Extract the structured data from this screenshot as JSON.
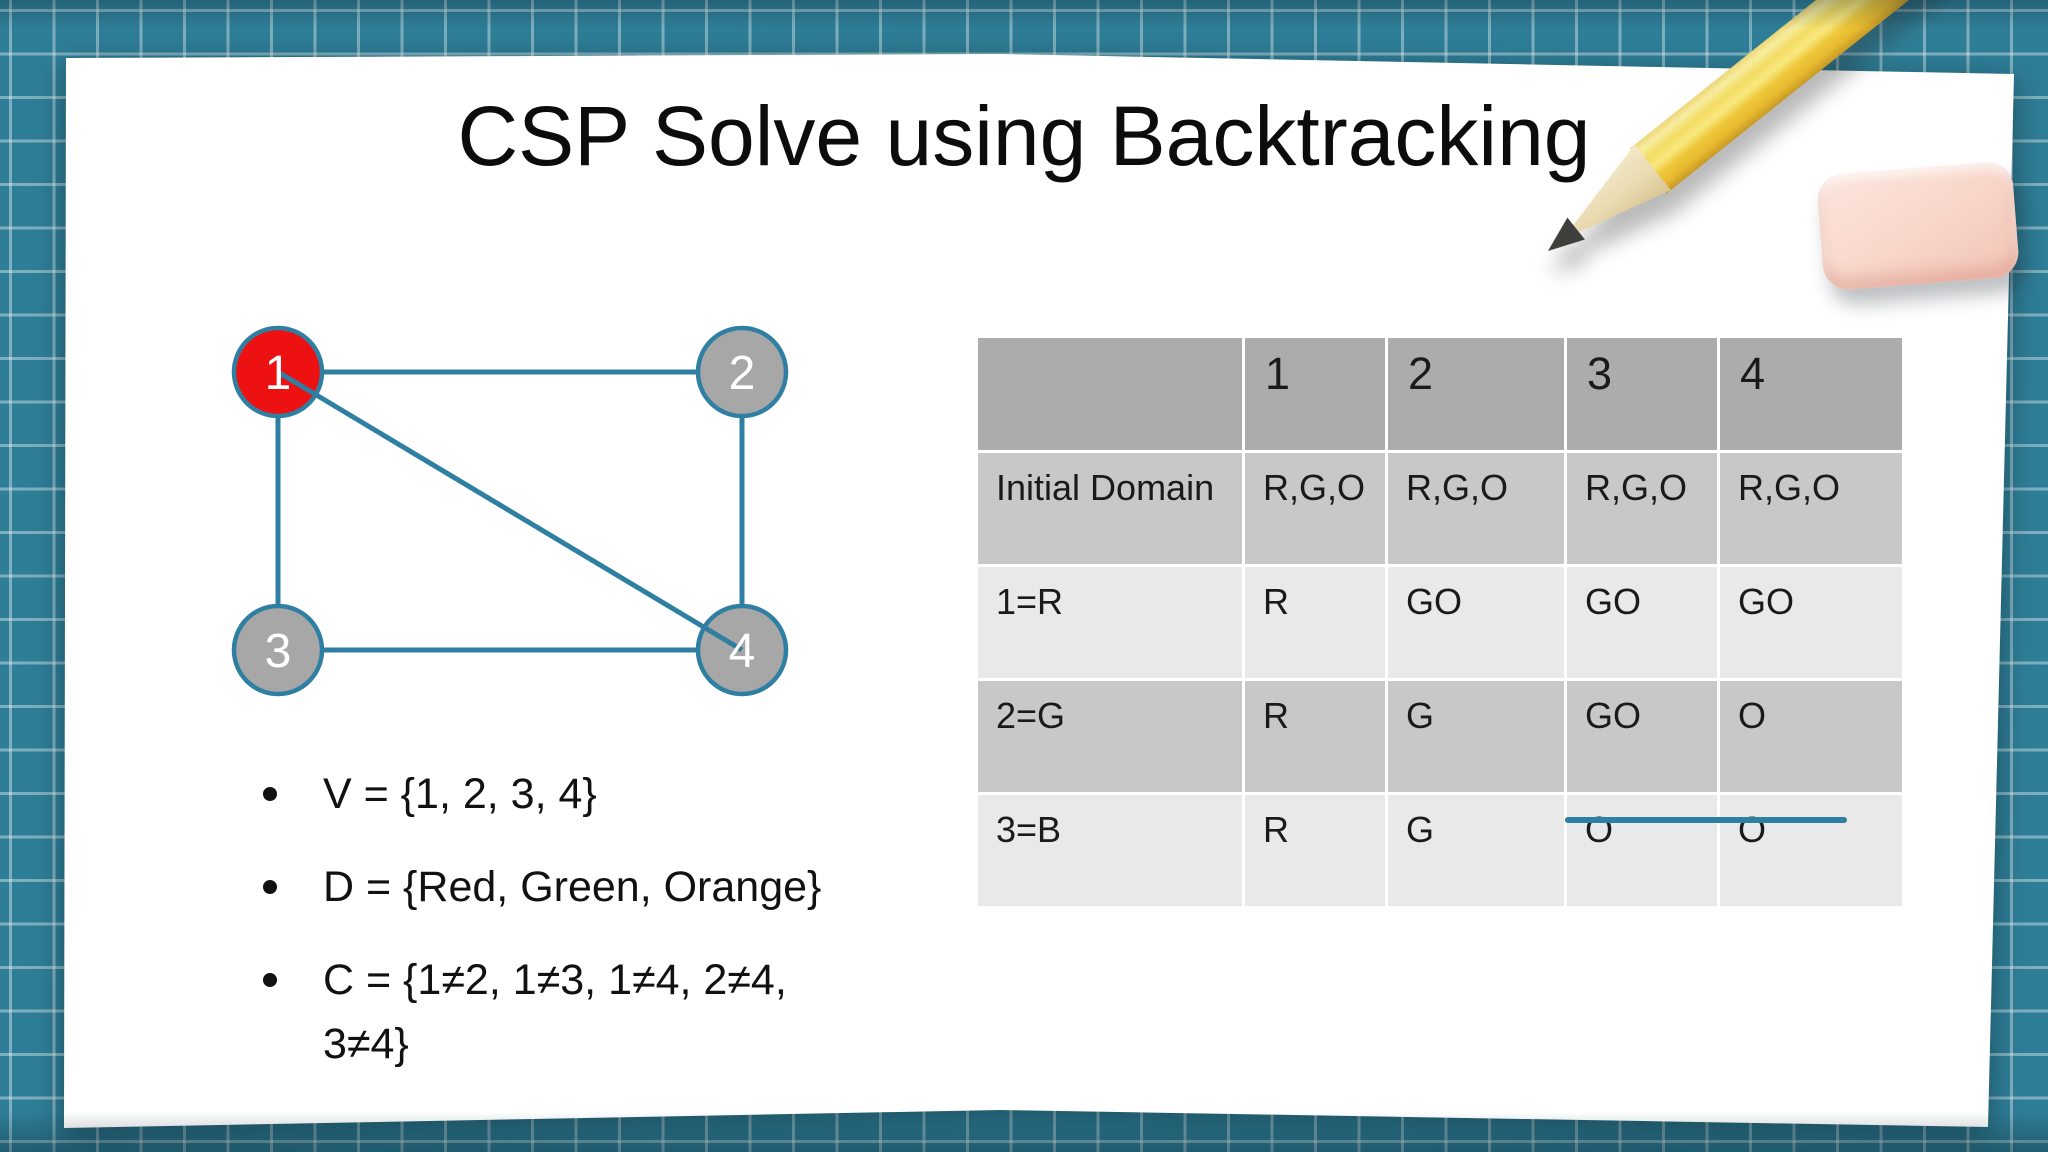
{
  "slide": {
    "title": "CSP Solve using Backtracking"
  },
  "graph": {
    "nodes": [
      {
        "label": "1",
        "color": "#ee1111"
      },
      {
        "label": "2",
        "color": "#a7a7a7"
      },
      {
        "label": "3",
        "color": "#a7a7a7"
      },
      {
        "label": "4",
        "color": "#a7a7a7"
      }
    ],
    "edges": [
      "1-2",
      "1-3",
      "1-4",
      "2-4",
      "3-4"
    ],
    "edge_color": "#2e7fa2"
  },
  "bullets": [
    "V = {1, 2, 3, 4}",
    "D = {Red, Green, Orange}",
    "C = {1≠2, 1≠3, 1≠4, 2≠4, 3≠4}"
  ],
  "table": {
    "columns": [
      "",
      "1",
      "2",
      "3",
      "4"
    ],
    "rows": [
      {
        "label": "Initial Domain",
        "cells": [
          "R,G,O",
          "R,G,O",
          "R,G,O",
          "R,G,O"
        ],
        "strikethrough": false
      },
      {
        "label": "1=R",
        "cells": [
          "R",
          "GO",
          "GO",
          "GO"
        ],
        "strikethrough": false
      },
      {
        "label": "2=G",
        "cells": [
          "R",
          "G",
          "GO",
          "O"
        ],
        "strikethrough": false
      },
      {
        "label": "3=B",
        "cells": [
          "R",
          "G",
          "O",
          "O"
        ],
        "strikethrough": true
      }
    ],
    "strike_color": "#2e7fa2"
  },
  "colors": {
    "background": "#2e7e97",
    "paper": "#ffffff",
    "node_selected": "#ee1111",
    "node_default": "#a7a7a7",
    "graph_line": "#2e7fa2"
  },
  "decorations": [
    "pencil-icon",
    "eraser-icon"
  ]
}
